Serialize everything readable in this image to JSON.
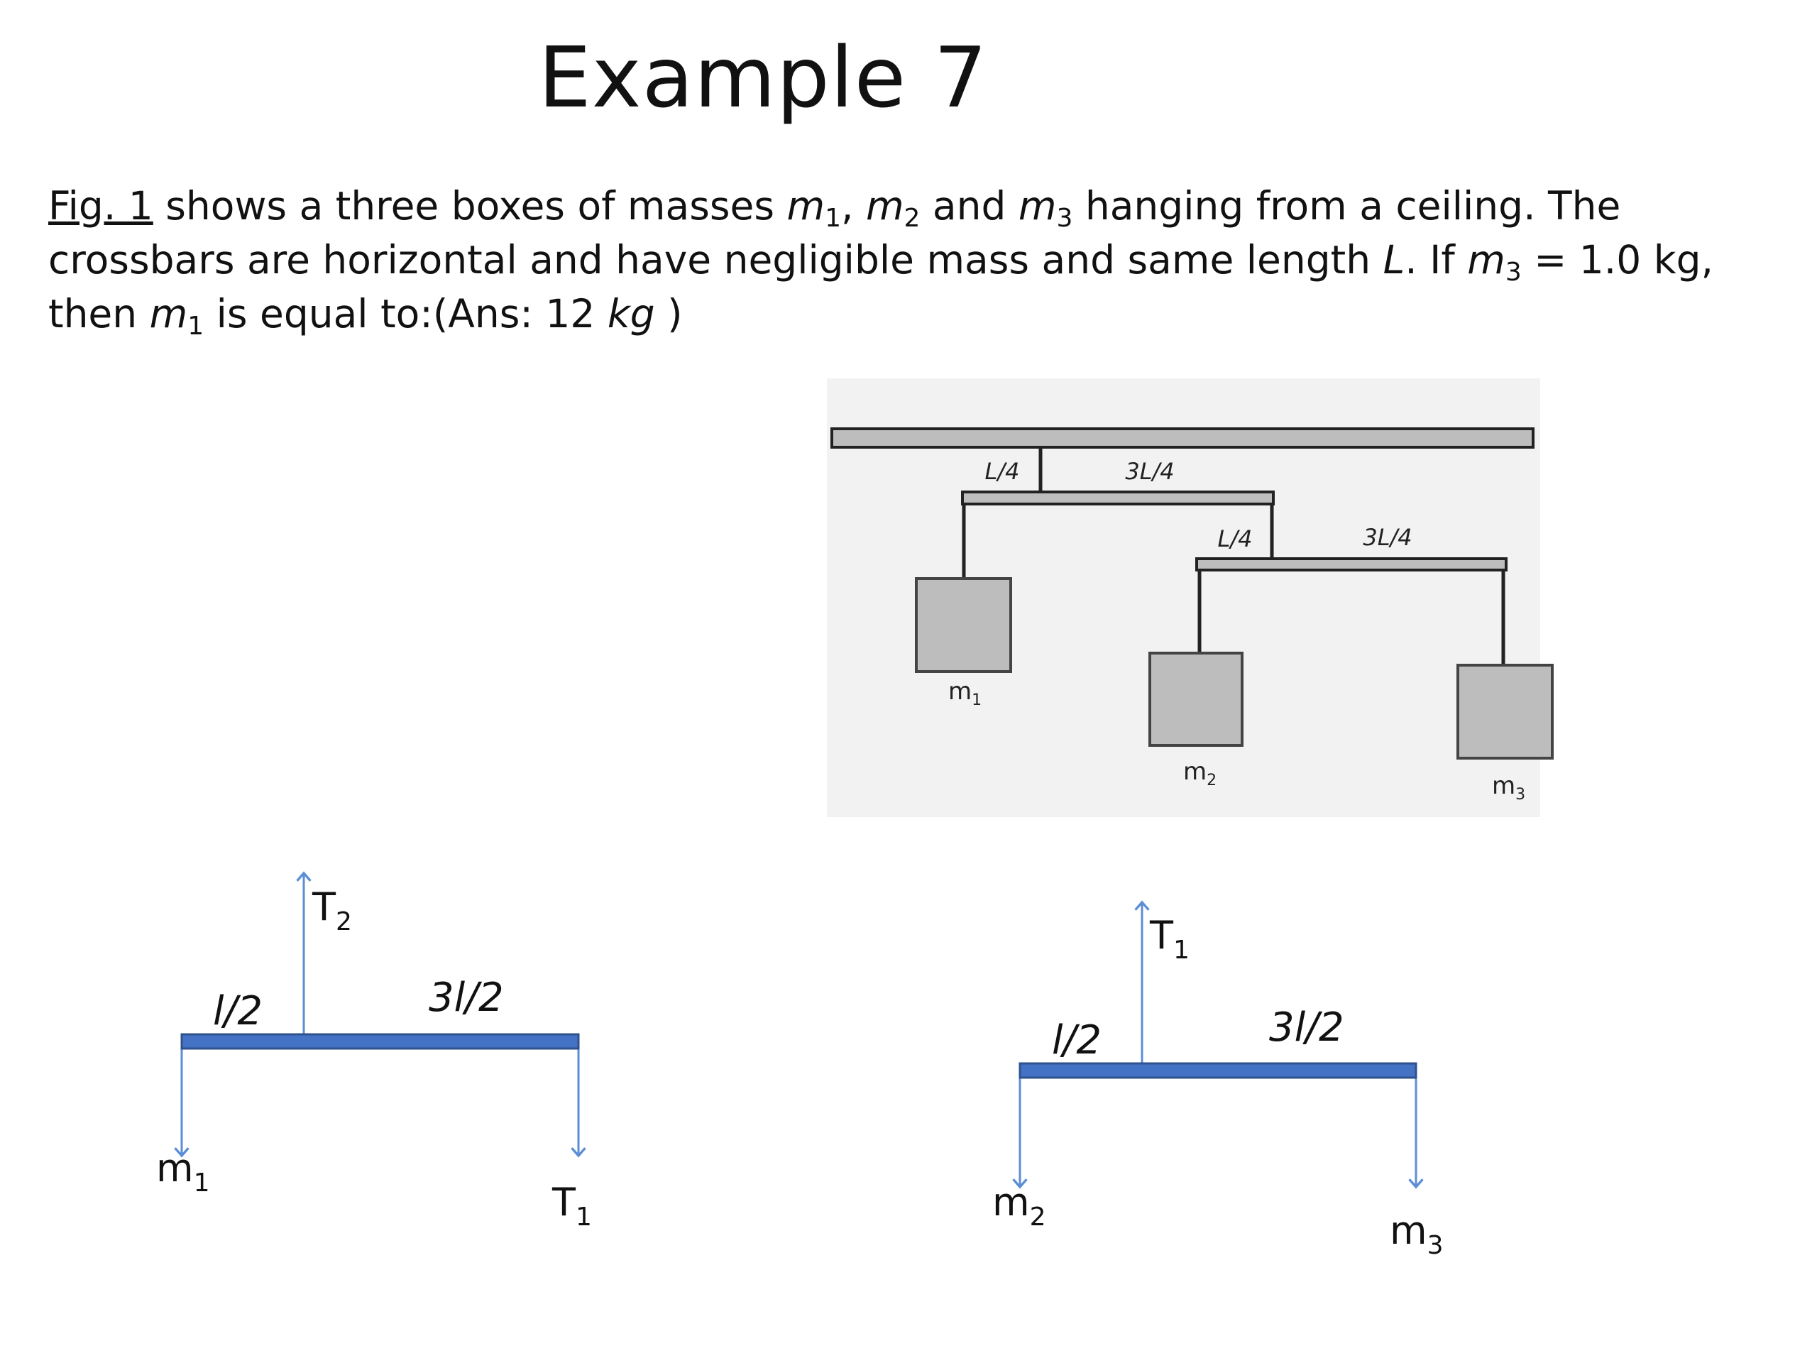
{
  "slide": {
    "title": "Example 7"
  },
  "problem": {
    "fig_ref": "Fig. 1",
    "t1": " shows a three boxes of masses ",
    "m1": "m",
    "s1": "1",
    "c1": ", ",
    "m2": "m",
    "s2": "2",
    "t2": " and ",
    "m3": "m",
    "s3": "3",
    "t3": " hanging from a ceiling. The crossbars are horizontal and have negligible mass and same length ",
    "L": "L",
    "t4": ". If ",
    "m3b": "m",
    "s3b": "3",
    "t5": " = 1.0 kg, then ",
    "m1b": "m",
    "s1b": "1",
    "t6": " is equal to:(Ans: 12 ",
    "kg": "kg",
    "t7": " )"
  },
  "figure": {
    "top_left_label": "L/4",
    "top_right_label": "3L/4",
    "lower_left_label": "L/4",
    "lower_right_label": "3L/4",
    "box1_label": "m",
    "box1_sub": "1",
    "box2_label": "m",
    "box2_sub": "2",
    "box3_label": "m",
    "box3_sub": "3"
  },
  "fbd_left": {
    "tension_up": "T",
    "tension_up_sub": "2",
    "left_len": "l/2",
    "right_len": "3l/2",
    "left_load": "m",
    "left_load_sub": "1",
    "right_load": "T",
    "right_load_sub": "1"
  },
  "fbd_right": {
    "tension_up": "T",
    "tension_up_sub": "1",
    "left_len": "l/2",
    "right_len": "3l/2",
    "left_load": "m",
    "left_load_sub": "2",
    "right_load": "m",
    "right_load_sub": "3"
  },
  "colors": {
    "bar_fill": "#4472c4",
    "bar_stroke": "#2f528f",
    "arrow": "#5b8ed6",
    "gray_fill": "#bdbdbd"
  }
}
